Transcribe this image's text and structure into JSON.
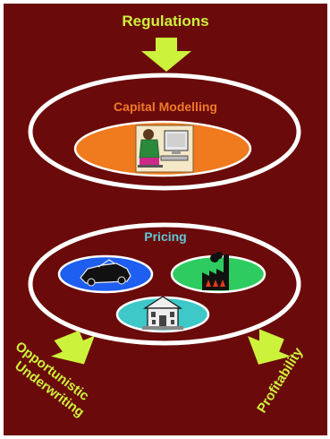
{
  "labels": {
    "regulations": "Regulations",
    "capital_modelling": "Capital Modelling",
    "pricing": "Pricing",
    "opportunistic": "Opportunistic",
    "underwriting": "Underwriting",
    "profitability": "Profitability"
  },
  "colors": {
    "background": "#6b0a0a",
    "arrow": "#ccf23c",
    "text_yellow": "#ccf23c",
    "capital_title": "#f07a2a",
    "pricing_title": "#5ec8d6",
    "ring": "#ffffff",
    "orange_disc": "#f07a1e",
    "blue_disc": "#1e5ef0",
    "green_disc": "#2ecc60",
    "teal_disc": "#3ec8c8"
  },
  "icons": {
    "computer_user": "person-at-computer-icon",
    "car": "car-icon",
    "factory": "factory-icon",
    "house": "house-icon"
  }
}
